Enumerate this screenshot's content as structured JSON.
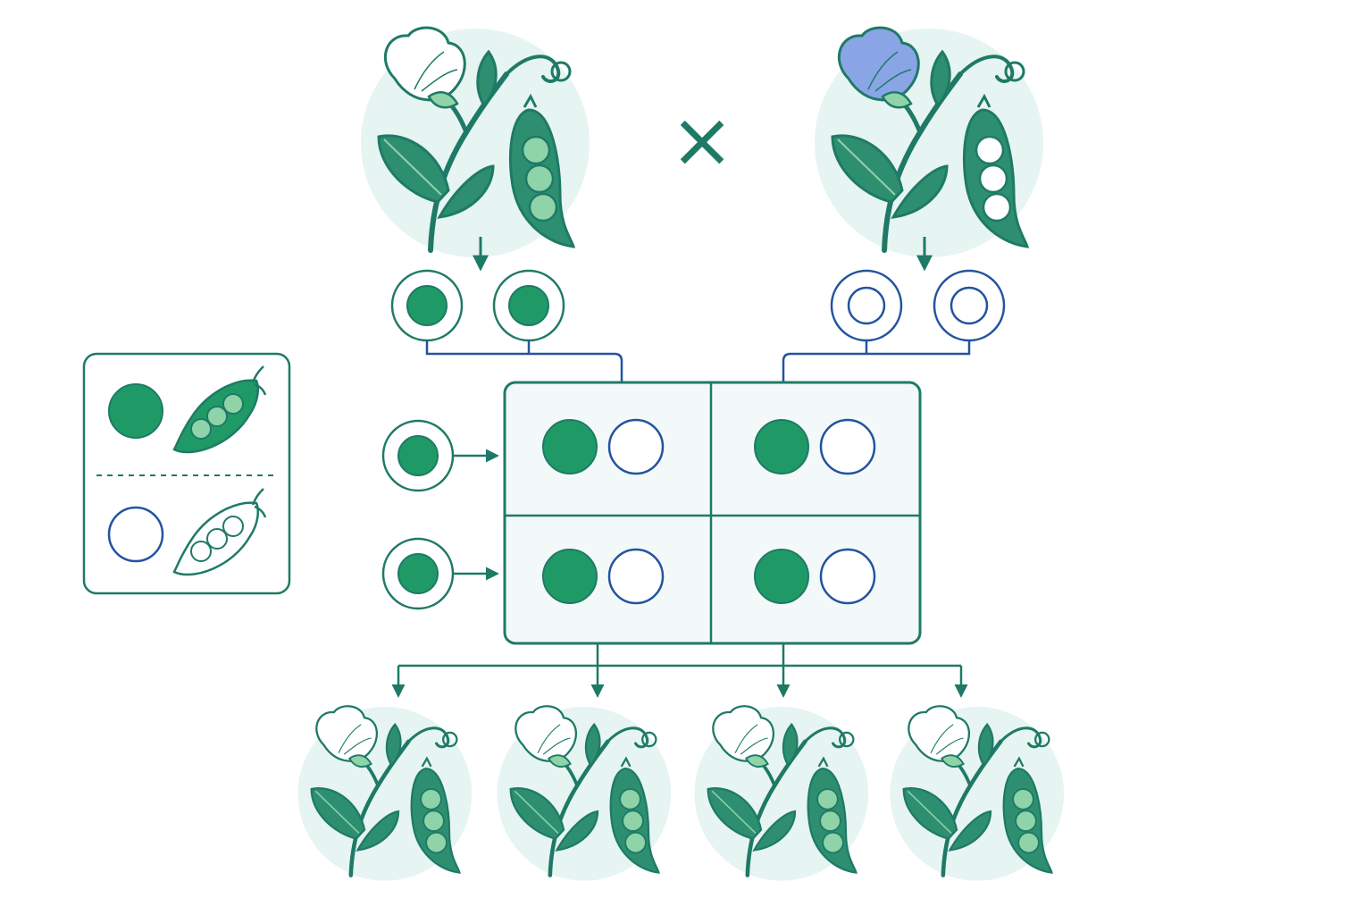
{
  "colors": {
    "dark_green": "#1e7a66",
    "fill_green": "#1f9a66",
    "light_green": "#8fd3a8",
    "leaf_green": "#2e8f70",
    "navy": "#2353a0",
    "halo": "#e6f4f2",
    "panel_bg": "#f3f9f8",
    "blue_flower": "#8aa5e6",
    "white": "#ffffff"
  },
  "cross_symbol": "×",
  "parents": [
    {
      "role": "parent-dominant",
      "flower_color": "white",
      "pea_color": "green",
      "gametes": [
        "green-allele",
        "green-allele"
      ]
    },
    {
      "role": "parent-recessive",
      "flower_color": "blue",
      "pea_color": "white",
      "gametes": [
        "white-allele",
        "white-allele"
      ]
    }
  ],
  "punnett": {
    "row_gametes": [
      "green-allele",
      "green-allele"
    ],
    "cells": [
      [
        "green-allele",
        "white-allele"
      ],
      [
        "green-allele",
        "white-allele"
      ],
      [
        "green-allele",
        "white-allele"
      ],
      [
        "green-allele",
        "white-allele"
      ]
    ]
  },
  "legend": [
    {
      "allele": "green-allele",
      "pod": "green-pod"
    },
    {
      "allele": "white-allele",
      "pod": "white-seed-pod"
    }
  ],
  "offspring": [
    {
      "flower_color": "white",
      "pea_color": "green"
    },
    {
      "flower_color": "white",
      "pea_color": "green"
    },
    {
      "flower_color": "white",
      "pea_color": "green"
    },
    {
      "flower_color": "white",
      "pea_color": "green"
    }
  ]
}
